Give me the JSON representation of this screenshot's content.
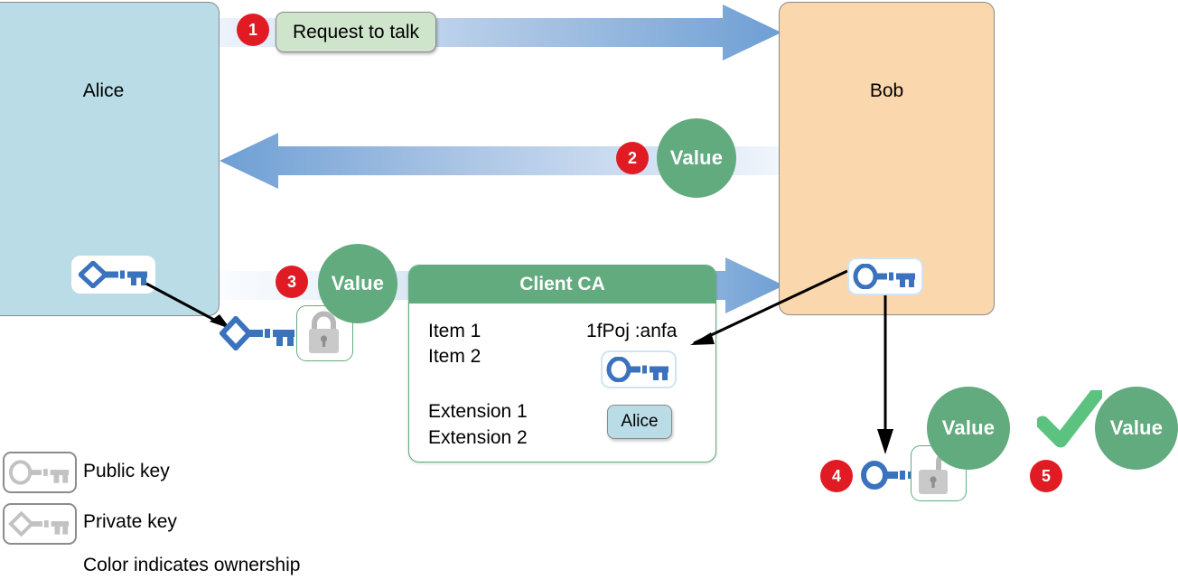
{
  "diagram": {
    "title_alt": "TLS client certificate authentication handshake diagram",
    "parties": {
      "alice": {
        "label": "Alice",
        "fill": "#b9dce6"
      },
      "bob": {
        "label": "Bob",
        "fill": "#fad7ad"
      }
    },
    "colors": {
      "arrow_blue": "#6e9fd4",
      "arrow_blue_light": "#dce8f6",
      "step_red": "#e01b24",
      "value_green": "#61ab7e",
      "check_green": "#5bc27f",
      "key_blue": "#3a72bd",
      "key_gray": "#bdbdbd",
      "ca_header_green": "#61ab7e",
      "pill_green": "#cfe5cb",
      "alice_blue": "#b9dce6",
      "bob_peach": "#fad7ad"
    },
    "steps": [
      {
        "number": "1",
        "label": "Request to talk",
        "direction": "alice-to-bob"
      },
      {
        "number": "2",
        "label": "Value",
        "direction": "bob-to-alice"
      },
      {
        "number": "3",
        "label": "Value",
        "direction": "alice-to-bob"
      },
      {
        "number": "4",
        "label": "",
        "direction": "bob-local"
      },
      {
        "number": "5",
        "label": "Value",
        "direction": "bob-local"
      }
    ],
    "step1": {
      "number": "1",
      "message": "Request to talk"
    },
    "step2": {
      "number": "2",
      "value": "Value"
    },
    "step3": {
      "number": "3",
      "value": "Value"
    },
    "step4": {
      "number": "4"
    },
    "step5": {
      "number": "5",
      "value": "Value"
    },
    "certificate": {
      "header": "Client CA",
      "items": [
        "Item 1",
        "Item 2"
      ],
      "extensions": [
        "Extension 1",
        "Extension 2"
      ],
      "signature": "1fPoj :anfa",
      "subject_badge": "Alice",
      "embedded_key": "public-key-blue"
    },
    "legend": {
      "entries": [
        {
          "icon": "public-key-icon",
          "label": "Public key"
        },
        {
          "icon": "private-key-icon",
          "label": "Private key"
        }
      ],
      "note": "Color indicates ownership"
    },
    "icons": {
      "public_key": "public-key-icon",
      "private_key": "private-key-icon",
      "lock_closed": "padlock-closed-icon",
      "lock_open": "padlock-open-icon",
      "check": "checkmark-icon"
    }
  }
}
